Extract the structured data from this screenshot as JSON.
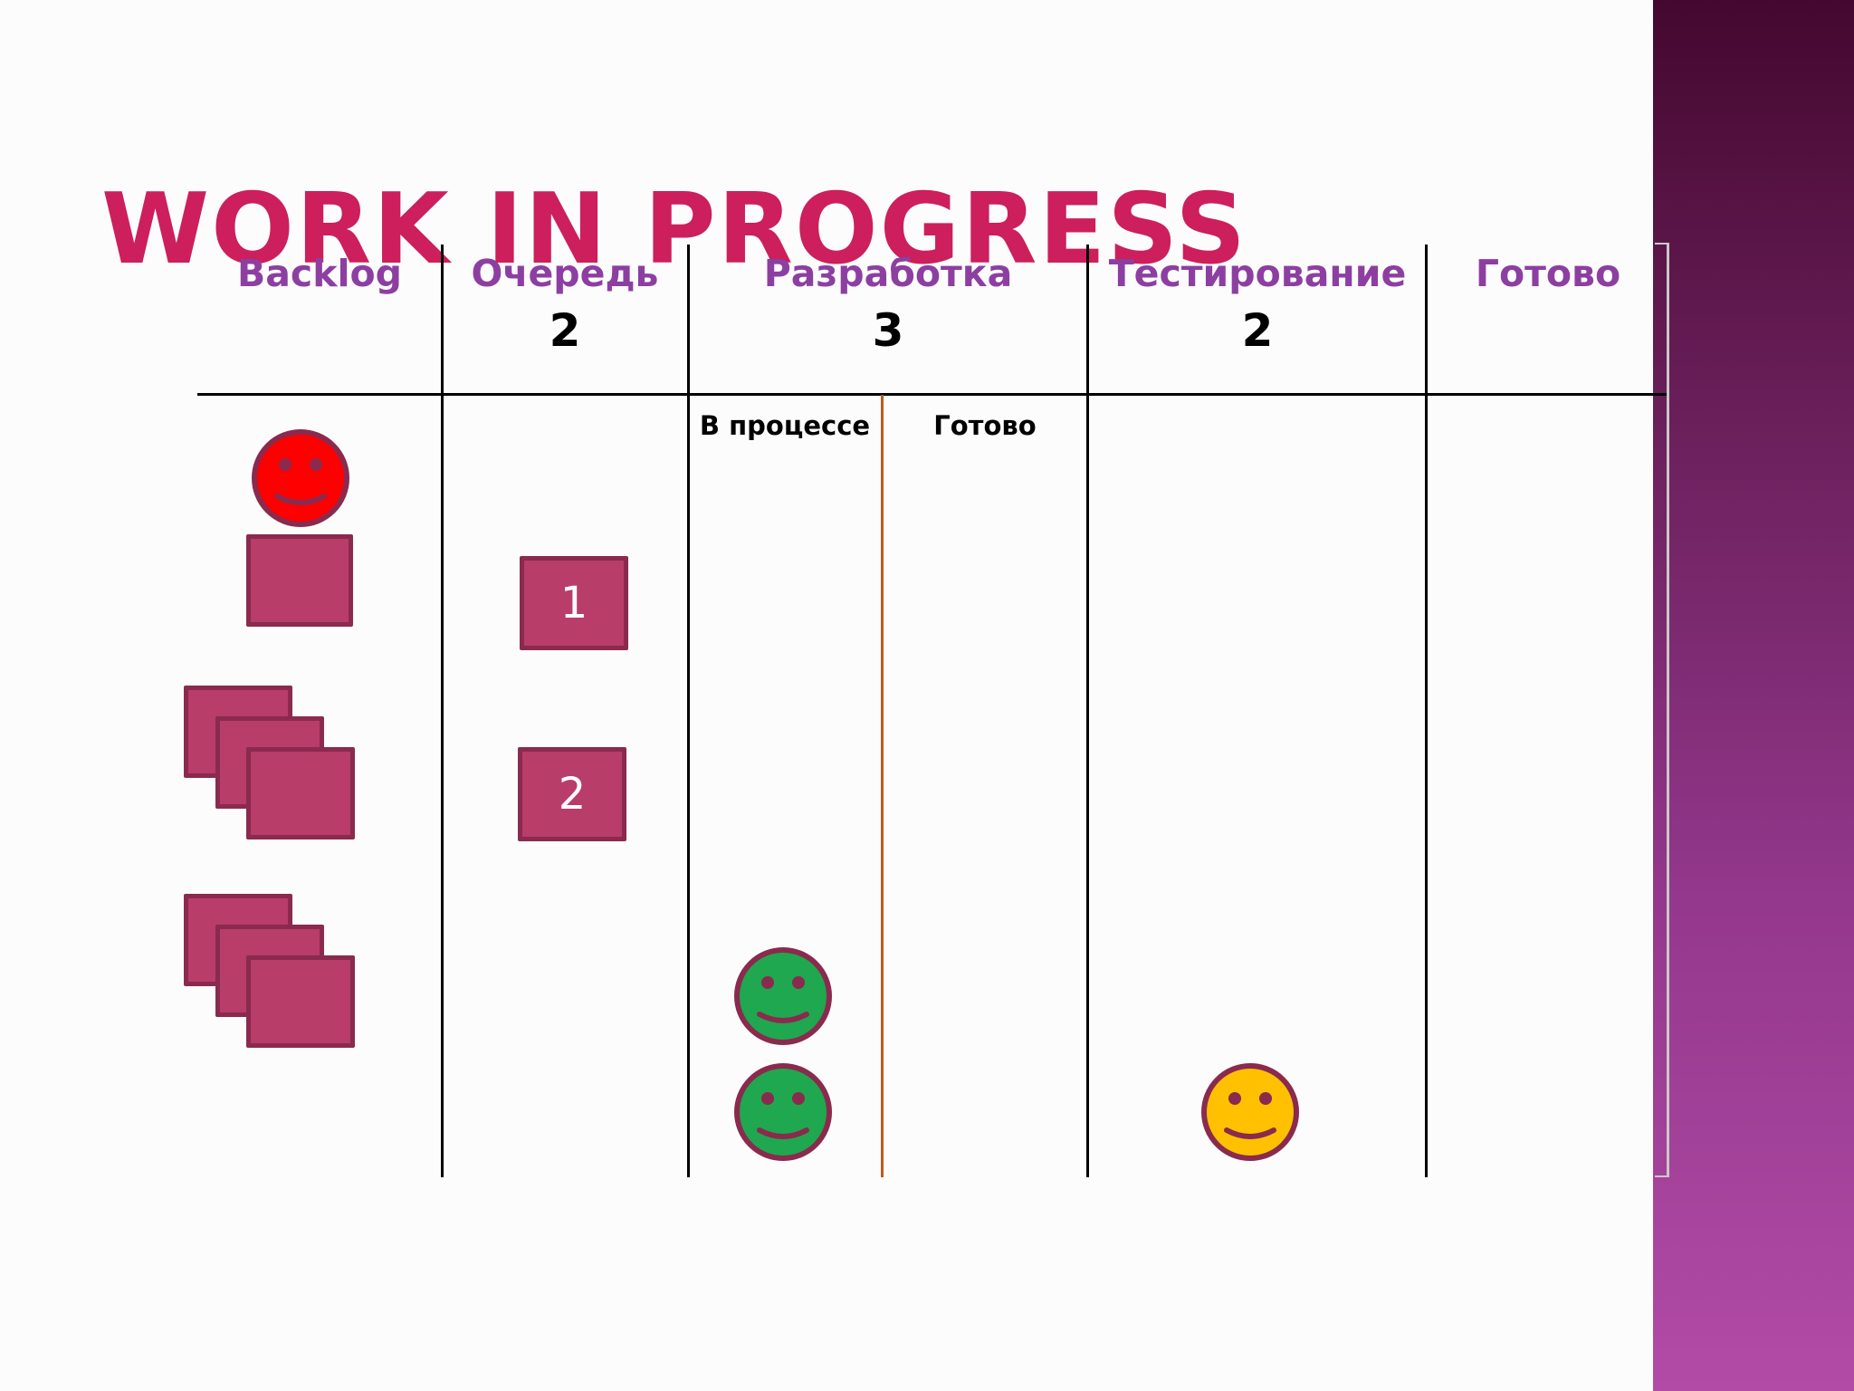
{
  "slide": {
    "title": "WORK IN PROGRESS"
  },
  "board": {
    "columns": [
      {
        "label": "Backlog"
      },
      {
        "label": "Очередь",
        "wip_limit": "2"
      },
      {
        "label": "Разработка",
        "wip_limit": "3",
        "subcolumns": [
          "В процессе",
          "Готово"
        ]
      },
      {
        "label": "Тестирование",
        "wip_limit": "2"
      },
      {
        "label": "Готово"
      }
    ]
  },
  "cards": {
    "queue": [
      "1",
      "2"
    ]
  },
  "workers": [
    {
      "column": "Backlog",
      "mood": "happy",
      "color": "#ff0000"
    },
    {
      "column": "Разработка / В процессе",
      "mood": "happy",
      "color": "#1fa84f"
    },
    {
      "column": "Разработка / В процессе",
      "mood": "happy",
      "color": "#1fa84f"
    },
    {
      "column": "Тестирование",
      "mood": "happy",
      "color": "#ffc000"
    }
  ],
  "colors": {
    "title": "#cc1f5c",
    "column_header": "#8c3fa1",
    "card_fill": "#b83d68",
    "card_border": "#8a2a4e",
    "face_border": "#8a2a4e",
    "dev_divider": "#c05a1c",
    "side_bar_top": "#44082f",
    "side_bar_bottom": "#b24ba6"
  }
}
